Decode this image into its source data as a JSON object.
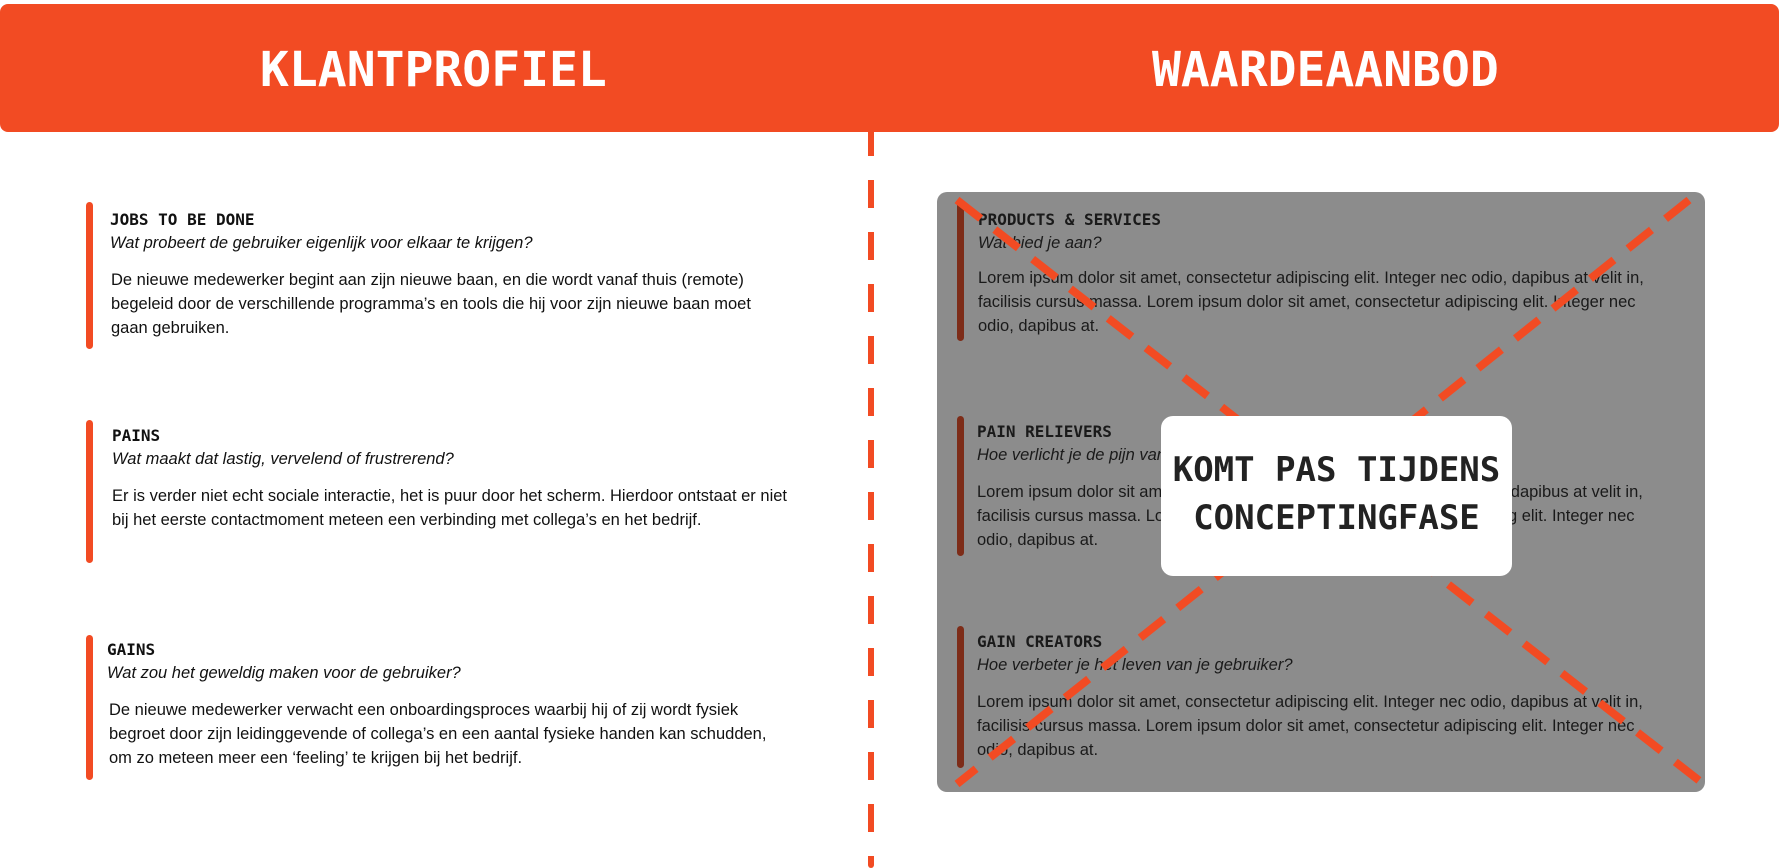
{
  "header": {
    "left_title": "KLANTPROFIEL",
    "right_title": "WAARDEAANBOD"
  },
  "customer_profile": {
    "jobs": {
      "title": "JOBS TO BE DONE",
      "question": "Wat probeert de gebruiker eigenlijk voor elkaar te krijgen?",
      "body": "De nieuwe medewerker begint aan zijn nieuwe baan, en die wordt vanaf thuis (remote) begeleid door de verschillende programma’s en tools die hij voor zijn nieuwe baan moet gaan gebruiken."
    },
    "pains": {
      "title": "PAINS",
      "question": "Wat maakt dat lastig, vervelend of frustrerend?",
      "body": "Er is verder niet echt sociale interactie, het is puur door het scherm. Hierdoor ontstaat er niet bij het eerste contactmoment meteen een verbinding met collega’s en het bedrijf."
    },
    "gains": {
      "title": "GAINS",
      "question": "Wat zou het geweldig maken voor de gebruiker?",
      "body": "De nieuwe medewerker verwacht een onboardingsproces waarbij hij of zij wordt fysiek begroet door zijn leidinggevende of collega’s en een aantal fysieke handen kan schudden, om zo meteen meer een ‘feeling’ te krijgen bij het bedrijf."
    }
  },
  "value_proposition": {
    "products": {
      "title": "PRODUCTS & SERVICES",
      "question": "Wat bied je aan?",
      "body": "Lorem ipsum dolor sit amet, consectetur adipiscing elit. Integer nec odio, dapibus at velit in, facilisis cursus massa. Lorem ipsum dolor sit amet, consectetur adipiscing elit. Integer nec odio, dapibus at."
    },
    "pain_relievers": {
      "title": "PAIN RELIEVERS",
      "question": "Hoe verlicht je de pijn van je gebruiker?",
      "body": "Lorem ipsum dolor sit amet, consectetur adipiscing elit. Integer nec odio, dapibus at velit in, facilisis cursus massa. Lorem ipsum dolor sit amet, consectetur adipiscing elit. Integer nec odio, dapibus at."
    },
    "gain_creators": {
      "title": "GAIN CREATORS",
      "question": "Hoe verbeter je het leven van je gebruiker?",
      "body": "Lorem ipsum dolor sit amet, consectetur adipiscing elit. Integer nec odio, dapibus at velit in, facilisis cursus massa. Lorem ipsum dolor sit amet, consectetur adipiscing elit. Integer nec odio, dapibus at."
    },
    "overlay": {
      "line1": "KOMT PAS TIJDENS",
      "line2": "CONCEPTINGFASE"
    }
  },
  "colors": {
    "accent": "#f24b23",
    "panel_gray": "#8c8c8c",
    "panel_bar": "#7d2c18"
  }
}
